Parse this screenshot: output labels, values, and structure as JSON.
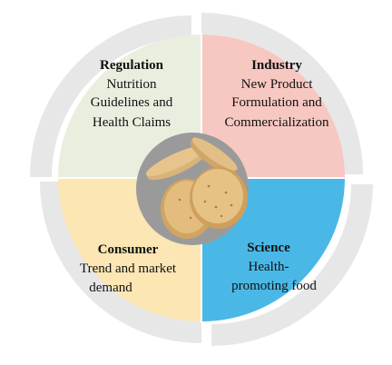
{
  "quadrants": [
    {
      "id": "regulation",
      "title": "Regulation",
      "lines": [
        "Nutrition",
        "Guidelines and",
        "Health Claims"
      ],
      "color": "#e9eedf"
    },
    {
      "id": "industry",
      "title": "Industry",
      "lines": [
        "New Product",
        "Formulation and",
        "Commercialization"
      ],
      "color": "#f7c7c1"
    },
    {
      "id": "consumer",
      "title": "Consumer",
      "lines": [
        "Trend and market",
        "demand"
      ],
      "color": "#fbe6b4"
    },
    {
      "id": "science",
      "title": "Science",
      "lines": [
        "Health-",
        "promoting food"
      ],
      "color": "#4ab8e6"
    }
  ],
  "colors": {
    "outer_ring": "#e7e7e7",
    "center_circle": "#9a9a9a",
    "divider": "#ffffff"
  },
  "center": {
    "image": "cookies-photo"
  }
}
